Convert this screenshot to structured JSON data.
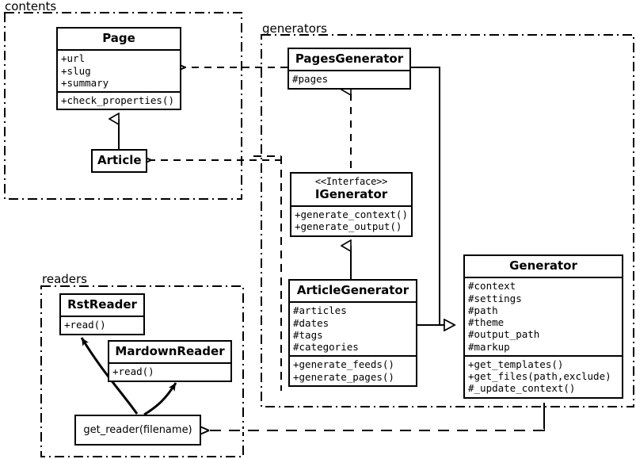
{
  "diagram": {
    "kind": "uml-class-diagram",
    "title": "",
    "colors": {
      "stroke": "#000000",
      "fill": "#ffffff",
      "text": "#000000"
    }
  },
  "packages": [
    {
      "id": "contents",
      "label": "contents"
    },
    {
      "id": "generators",
      "label": "generators"
    },
    {
      "id": "readers",
      "label": "readers"
    }
  ],
  "classes": {
    "page": {
      "name": "Page",
      "attributes": [
        "+url",
        "+slug",
        "+summary"
      ],
      "methods": [
        "+check_properties()"
      ]
    },
    "article": {
      "name": "Article",
      "attributes": [],
      "methods": []
    },
    "pages_generator": {
      "name": "PagesGenerator",
      "attributes": [
        "#pages"
      ],
      "methods": []
    },
    "igenerator": {
      "stereotype": "<<Interface>>",
      "name": "IGenerator",
      "attributes": [],
      "methods": [
        "+generate_context()",
        "+generate_output()"
      ]
    },
    "article_generator": {
      "name": "ArticleGenerator",
      "attributes": [
        "#articles",
        "#dates",
        "#tags",
        "#categories"
      ],
      "methods": [
        "+generate_feeds()",
        "+generate_pages()"
      ]
    },
    "generator": {
      "name": "Generator",
      "attributes": [
        "#context",
        "#settings",
        "#path",
        "#theme",
        "#output_path",
        "#markup"
      ],
      "methods": [
        "+get_templates()",
        "+get_files(path,exclude)",
        "#_update_context()"
      ]
    },
    "rst_reader": {
      "name": "RstReader",
      "attributes": [],
      "methods": [
        "+read()"
      ]
    },
    "mardown_reader": {
      "name": "MardownReader",
      "attributes": [],
      "methods": [
        "+read()"
      ]
    },
    "get_reader": {
      "name": "get_reader(filename)"
    }
  },
  "relations": [
    {
      "from": "article",
      "to": "page",
      "type": "generalization"
    },
    {
      "from": "pages_generator",
      "to": "igenerator",
      "type": "realization"
    },
    {
      "from": "article_generator",
      "to": "igenerator",
      "type": "generalization"
    },
    {
      "from": "pages_generator",
      "to": "generator",
      "type": "generalization"
    },
    {
      "from": "article_generator",
      "to": "generator",
      "type": "generalization"
    },
    {
      "from": "pages_generator",
      "to": "page",
      "type": "dependency"
    },
    {
      "from": "article_generator",
      "to": "article",
      "type": "dependency"
    },
    {
      "from": "generator",
      "to": "get_reader",
      "type": "dependency"
    },
    {
      "from": "get_reader",
      "to": "rst_reader",
      "type": "uses"
    },
    {
      "from": "get_reader",
      "to": "mardown_reader",
      "type": "uses"
    }
  ]
}
